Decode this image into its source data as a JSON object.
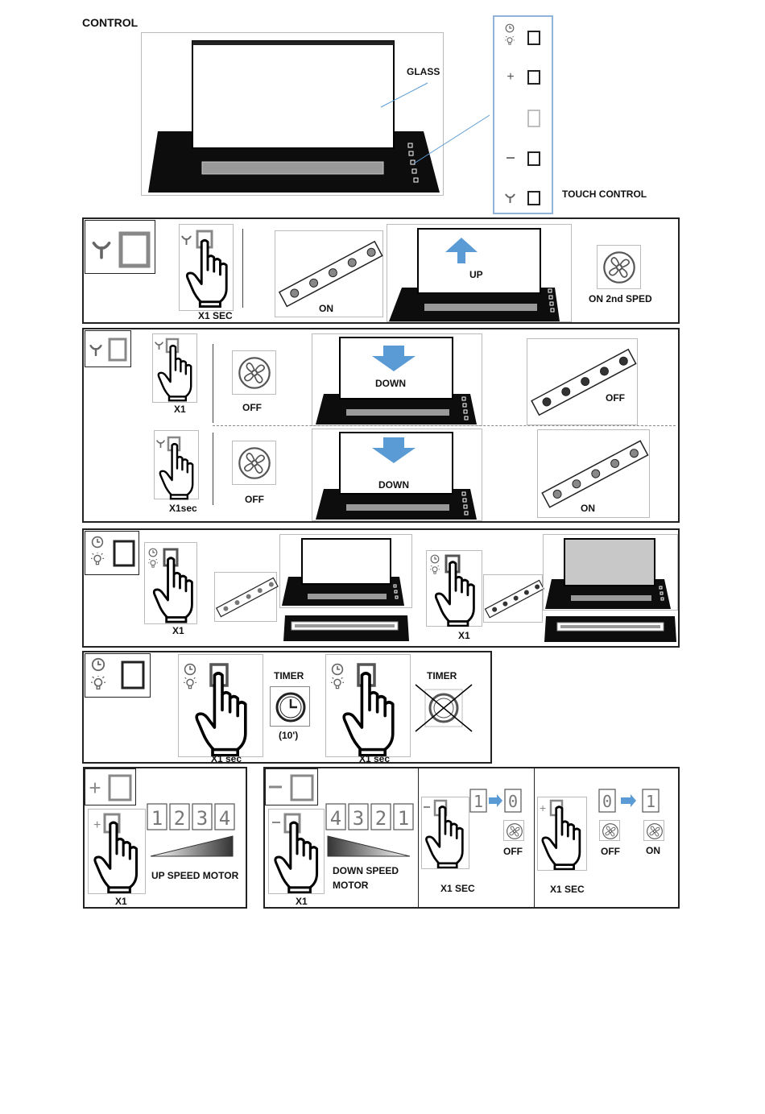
{
  "title": "CONTROL",
  "top": {
    "glass_label": "GLASS",
    "touch_control_label": "TOUCH CONTROL"
  },
  "panel1": {
    "press_label": "X1 SEC",
    "led_label": "ON",
    "hood_label": "UP",
    "fan_label": "ON 2nd SPED"
  },
  "panel2": {
    "row1": {
      "press_label": "X1",
      "fan_label": "OFF",
      "hood_label": "DOWN",
      "led_label": "OFF"
    },
    "row2": {
      "press_label": "X1sec",
      "fan_label": "OFF",
      "hood_label": "DOWN",
      "led_label": "ON"
    }
  },
  "panel3": {
    "press1_label": "X1",
    "press2_label": "X1"
  },
  "panel4": {
    "press1_label": "X1 sec",
    "timer1_label": "TIMER",
    "timer1_value": "(10')",
    "press2_label": "X1 sec",
    "timer2_label": "TIMER"
  },
  "panel5": {
    "plus": {
      "press_label": "X1",
      "digits": [
        "1",
        "2",
        "3",
        "4"
      ],
      "caption": "UP SPEED MOTOR"
    },
    "minus": {
      "press_label": "X1",
      "digits": [
        "4",
        "3",
        "2",
        "1"
      ],
      "caption_line1": "DOWN SPEED",
      "caption_line2": "MOTOR"
    },
    "minus_long": {
      "press_label": "X1 SEC",
      "from_digit": "1",
      "to_digit": "0",
      "fan_label": "OFF"
    },
    "plus_long": {
      "press_label": "X1 SEC",
      "from_digit": "0",
      "to_digit": "1",
      "fan_from_label": "OFF",
      "fan_to_label": "ON"
    }
  },
  "icons": [
    "fan-y-symbol-icon",
    "timer-clock-icon",
    "light-bulb-icon",
    "plus-icon",
    "minus-icon",
    "hand-press-icon",
    "fan-icon",
    "led-strip-icon",
    "arrow-up-icon",
    "arrow-down-icon",
    "clock-icon",
    "seven-segment-digit-icon",
    "arrow-right-icon"
  ],
  "colors": {
    "arrow_blue": "#5b9bd5",
    "hood_black": "#0d0d0d",
    "glass_white": "#ffffff",
    "glass_dark": "#c8c8c8"
  }
}
